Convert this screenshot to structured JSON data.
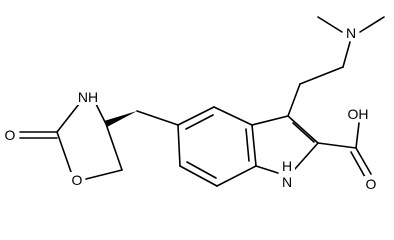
{
  "diagram": {
    "type": "chemical-structure",
    "atom_labels": {
      "nme2": "N",
      "cooh_o": "O",
      "cooh_oh": "OH",
      "indole_nh": "NH",
      "indole_nh_h": "H",
      "indole_nh_n": "N",
      "oxaz_nh": "NH",
      "oxaz_carbonyl_o": "O",
      "oxaz_ring_o": "O"
    },
    "stereo": {
      "center": "oxazolidinone-C4",
      "bond": "wedge"
    },
    "colors": {
      "bond": "#000000",
      "label": "#000000",
      "background": "#ffffff"
    }
  }
}
